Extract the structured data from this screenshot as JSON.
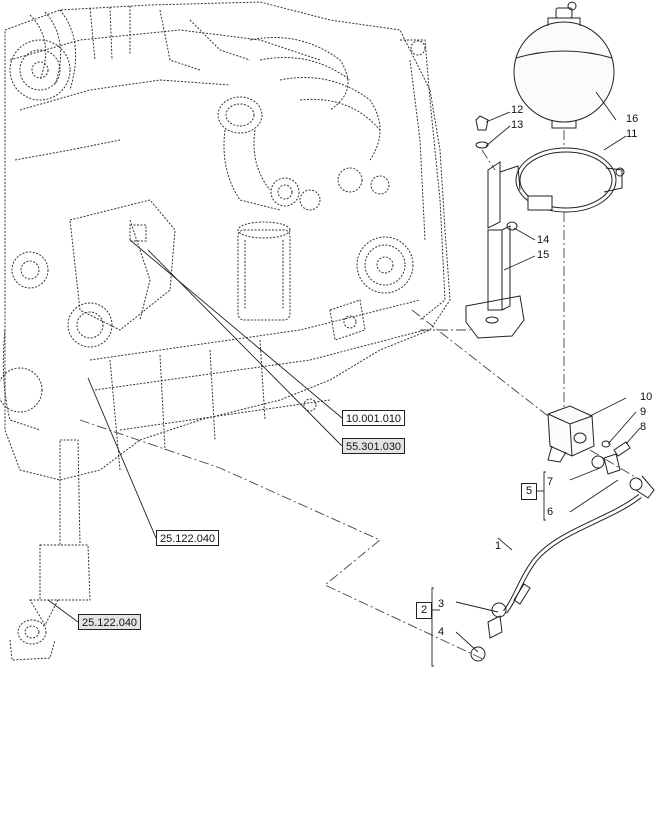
{
  "references": {
    "ref_10001010": "10.001.010",
    "ref_55301030": "55.301.030",
    "ref_25122040_a": "25.122.040",
    "ref_25122040_b": "25.122.040"
  },
  "callouts": {
    "c1": "1",
    "c2": "2",
    "c3": "3",
    "c4": "4",
    "c5": "5",
    "c6": "6",
    "c7": "7",
    "c8": "8",
    "c9": "9",
    "c10": "10",
    "c11": "11",
    "c12": "12",
    "c13": "13",
    "c14": "14",
    "c15": "15",
    "c16": "16"
  },
  "colors": {
    "line": "#222222",
    "ref_fill": "#e4e4e4",
    "background": "#ffffff"
  }
}
